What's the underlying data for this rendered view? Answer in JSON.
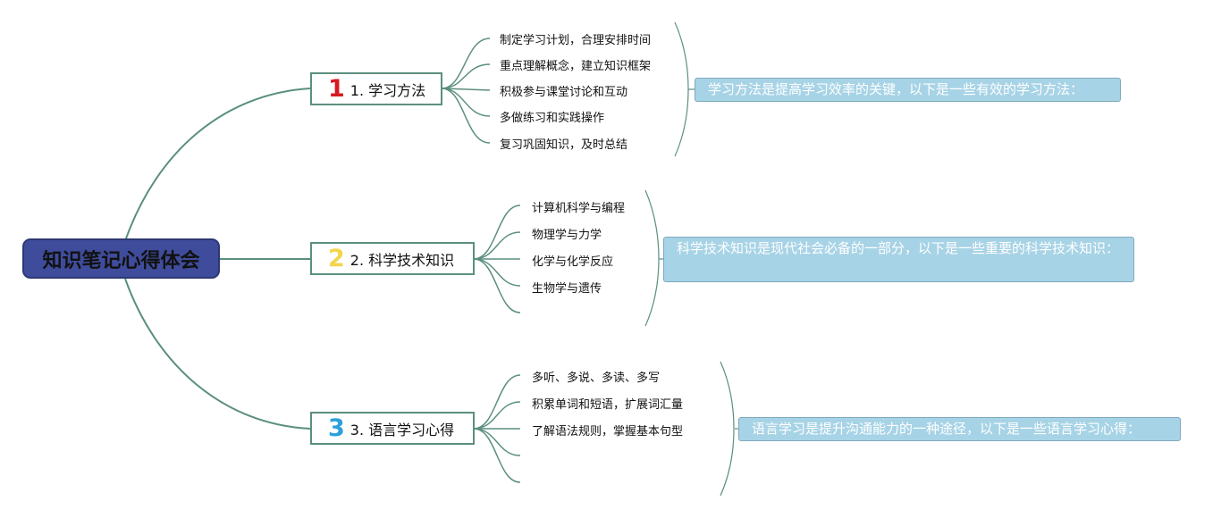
{
  "root": {
    "title": "知识笔记心得体会"
  },
  "topics": [
    {
      "number": "1",
      "label": "1. 学习方法",
      "color": "#d71920",
      "items": [
        "制定学习计划，合理安排时间",
        "重点理解概念，建立知识框架",
        "积极参与课堂讨论和互动",
        "多做练习和实践操作",
        "复习巩固知识，及时总结"
      ],
      "note": "学习方法是提高学习效率的关键，以下是一些有效的学习方法："
    },
    {
      "number": "2",
      "label": "2. 科学技术知识",
      "color": "#f3d54e",
      "items": [
        "计算机科学与编程",
        "物理学与力学",
        "化学与化学反应",
        "生物学与遗传",
        ""
      ],
      "note": "科学技术知识是现代社会必备的一部分，以下是一些重要的科学技术知识："
    },
    {
      "number": "3",
      "label": "3. 语言学习心得",
      "color": "#2aa0dc",
      "items": [
        "多听、多说、多读、多写",
        "积累单词和短语，扩展词汇量",
        "了解语法规则，掌握基本句型",
        "",
        ""
      ],
      "note": "语言学习是提升沟通能力的一种途径，以下是一些语言学习心得："
    }
  ],
  "colors": {
    "root_fill": "#3f4c9b",
    "line": "#5b8f80",
    "note_fill": "#a7d3e6"
  }
}
